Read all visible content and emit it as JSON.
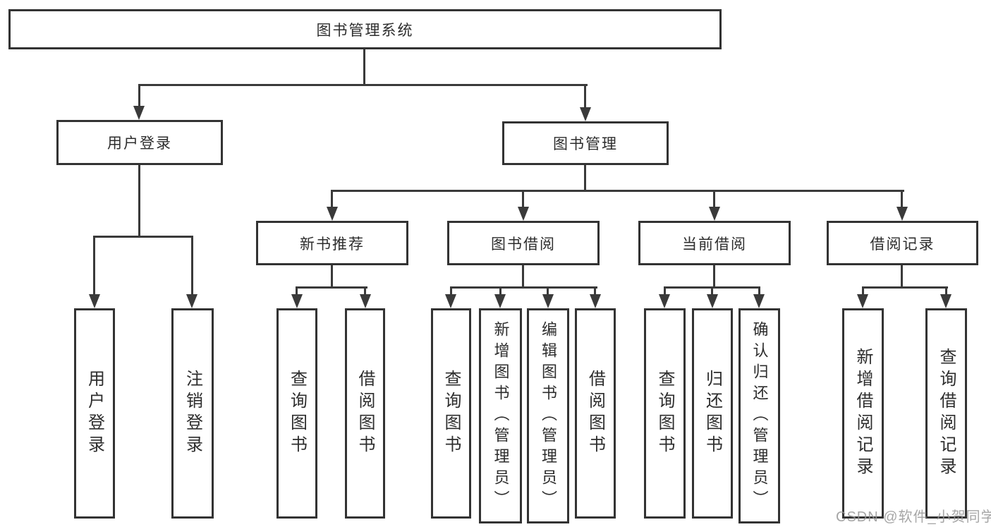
{
  "nodes": {
    "root": "图书管理系统",
    "user_login": "用户登录",
    "book_mgmt": "图书管理",
    "new_books": "新书推荐",
    "book_borrow": "图书借阅",
    "current_borrow": "当前借阅",
    "borrow_records": "借阅记录",
    "leaf_user_login": "用户登录",
    "leaf_logout": "注销登录",
    "leaf_nb_query": "查询图书",
    "leaf_nb_borrow": "借阅图书",
    "leaf_bb_query": "查询图书",
    "leaf_bb_add": "新增图书（管理员）",
    "leaf_bb_edit": "编辑图书（管理员）",
    "leaf_bb_borrow": "借阅图书",
    "leaf_cb_query": "查询图书",
    "leaf_cb_return": "归还图书",
    "leaf_cb_confirm": "确认归还（管理员）",
    "leaf_br_add": "新增借阅记录",
    "leaf_br_query": "查询借阅记录"
  },
  "watermark": "CSDN @软件_小贺同学",
  "colors": {
    "line": "#3a3a3a",
    "box_border": "#333333",
    "text": "#2d2d2d",
    "background": "#ffffff",
    "watermark": "#969696"
  }
}
